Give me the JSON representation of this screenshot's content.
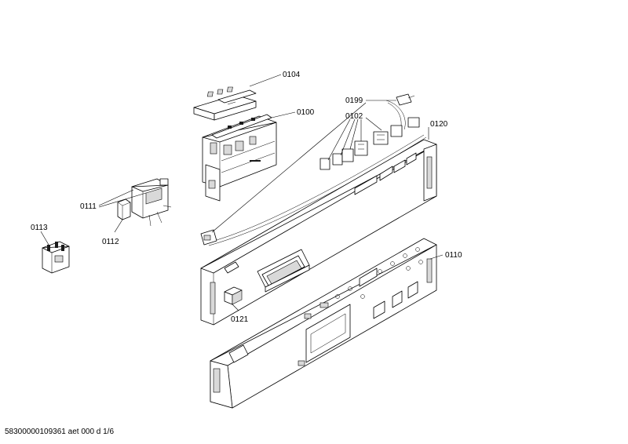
{
  "parts": [
    {
      "id": "p0104",
      "number": "0104"
    },
    {
      "id": "p0100",
      "number": "0100"
    },
    {
      "id": "p0199",
      "number": "0199"
    },
    {
      "id": "p0102",
      "number": "0102"
    },
    {
      "id": "p0120",
      "number": "0120"
    },
    {
      "id": "p0111",
      "number": "0111"
    },
    {
      "id": "p0112",
      "number": "0112"
    },
    {
      "id": "p0113",
      "number": "0113"
    },
    {
      "id": "p0110",
      "number": "0110"
    },
    {
      "id": "p0121",
      "number": "0121"
    }
  ],
  "footer": {
    "doc_code": "58300000109361 aet 000 d 1/6"
  }
}
